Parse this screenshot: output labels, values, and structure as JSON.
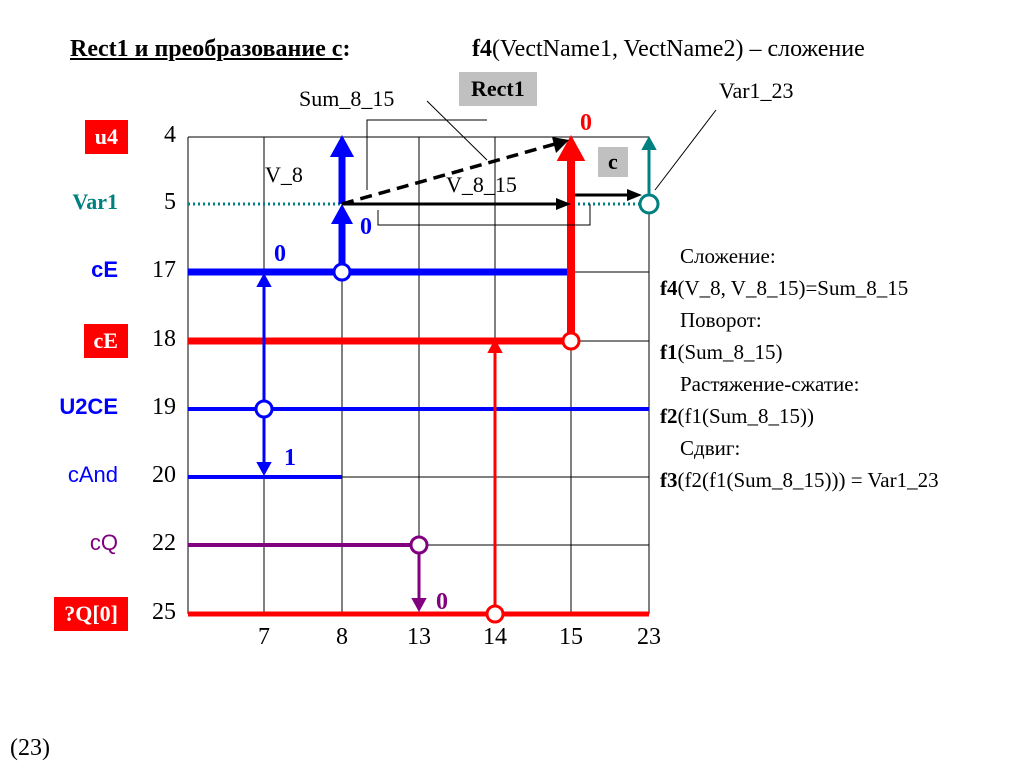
{
  "header": {
    "left_title": "Rect1 и преобразование с",
    "left_colon": ":",
    "right_bold": "f4",
    "right_rest": "(VectName1, VectName2) – сложение"
  },
  "rows": [
    {
      "label": "u4",
      "value": "4",
      "boxed": true,
      "color": "#ff0000"
    },
    {
      "label": "Var1",
      "value": "5",
      "boxed": false,
      "color": "#008080"
    },
    {
      "label": "cE",
      "value": "17",
      "boxed": false,
      "color": "#0000ff"
    },
    {
      "label": "cE",
      "value": "18",
      "boxed": true,
      "color": "#ff0000"
    },
    {
      "label": "U2CE",
      "value": "19",
      "boxed": false,
      "color": "#0000ff"
    },
    {
      "label": "cAnd",
      "value": "20",
      "boxed": false,
      "color": "#0000ff"
    },
    {
      "label": "cQ",
      "value": "22",
      "boxed": false,
      "color": "#800080"
    },
    {
      "label": "?Q[0]",
      "value": "25",
      "boxed": true,
      "color": "#ff0000"
    }
  ],
  "columns": [
    "7",
    "8",
    "13",
    "14",
    "15",
    "23"
  ],
  "diagram_labels": {
    "sum": "Sum_8_15",
    "rect": "Rect1",
    "var": "Var1_23",
    "v8": "V_8",
    "v815": "V_8_15",
    "c_box": "c",
    "zero_top": "0",
    "zero_mid": "0",
    "zero_ce": "0",
    "one": "1",
    "zero_q": "0"
  },
  "side_text": [
    {
      "bold": "",
      "text": "Сложение:",
      "indent": true
    },
    {
      "bold": "f4",
      "text": "(V_8, V_8_15)=Sum_8_15",
      "indent": false
    },
    {
      "bold": "",
      "text": "Поворот:",
      "indent": true
    },
    {
      "bold": "f1",
      "text": "(Sum_8_15)",
      "indent": false
    },
    {
      "bold": "",
      "text": "Растяжение-сжатие:",
      "indent": true
    },
    {
      "bold": "f2",
      "text": "(f1(Sum_8_15))",
      "indent": false
    },
    {
      "bold": "",
      "text": "Сдвиг:",
      "indent": true
    },
    {
      "bold": "f3",
      "text": "(f2(f1(Sum_8_15))) = Var1_23",
      "indent": false
    }
  ],
  "footer": "(23)",
  "colors": {
    "red": "#ff0000",
    "blue": "#0000ff",
    "teal": "#008080",
    "purple": "#800080",
    "gray_box": "#c0c0c0"
  }
}
